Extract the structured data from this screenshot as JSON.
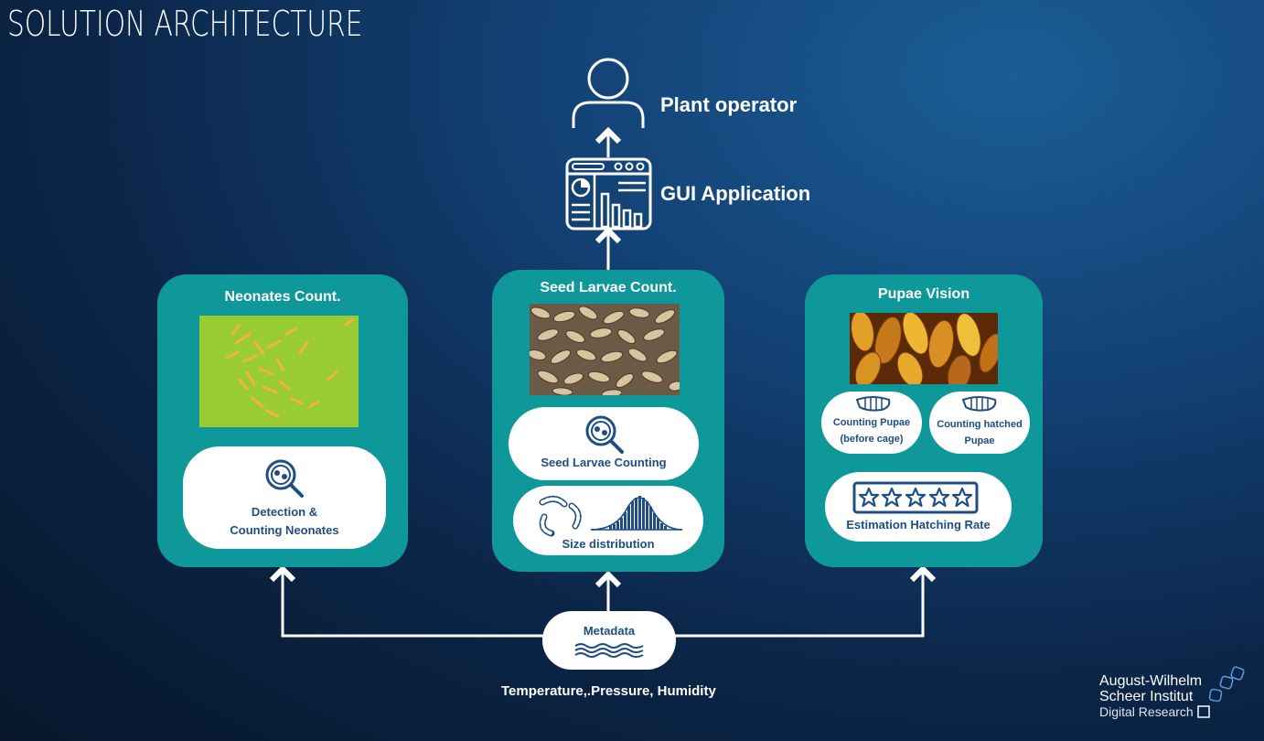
{
  "title": "SOLUTION ARCHITECTURE",
  "operator": {
    "label": "Plant operator",
    "icon": "user-icon"
  },
  "gui": {
    "label": "GUI Application",
    "icon": "dashboard-icon"
  },
  "modules": {
    "neonates": {
      "title": "Neonates Count.",
      "photo": "neonates-photo",
      "pill": {
        "line1": "Detection &",
        "line2": "Counting Neonates",
        "icon": "magnifier-icon"
      }
    },
    "seed_larvae": {
      "title": "Seed Larvae Count.",
      "photo": "seed-larvae-photo",
      "pill_counting": {
        "label": "Seed Larvae Counting",
        "icon": "magnifier-icon"
      },
      "pill_size": {
        "label": "Size distribution",
        "icon": "histogram-icon"
      }
    },
    "pupae": {
      "title": "Pupae Vision",
      "photo": "pupae-photo",
      "pill_before": {
        "line1": "Counting Pupae",
        "line2": "(before cage)",
        "icon": "pupa-icon"
      },
      "pill_hatched": {
        "line1": "Counting hatched",
        "line2": "Pupae",
        "icon": "pupa-icon"
      },
      "pill_rate": {
        "label": "Estimation Hatching Rate",
        "icon": "stars-icon"
      }
    }
  },
  "metadata": {
    "label": "Metadata",
    "icon": "waves-icon",
    "caption": "Temperature,.Pressure, Humidity"
  },
  "logo": {
    "line1": "August-Wilhelm",
    "line2": "Scheer Institut",
    "line3": "Digital Research"
  },
  "colors": {
    "box": "#0e9899",
    "pill_text": "#1e4e83",
    "arrow": "#ffffff"
  }
}
